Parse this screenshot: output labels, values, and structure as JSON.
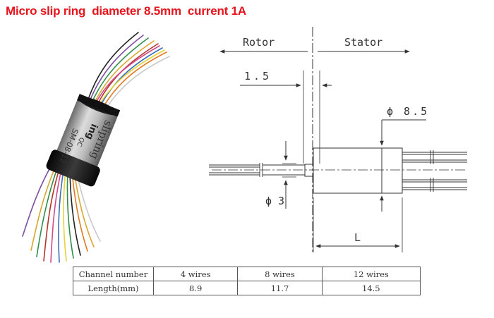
{
  "title": "Micro slip ring  diameter 8.5mm  current 1A",
  "product_photo": {
    "label_text": [
      "slipring",
      "ing",
      "QC",
      "SM-08-12"
    ]
  },
  "drawing": {
    "rotor_label": "Rotor",
    "stator_label": "Stator",
    "dim_shaft_offset": "1.5",
    "dim_body_diameter": "ϕ 8.5",
    "dim_shaft_diameter": "ϕ 3",
    "dim_length": "L"
  },
  "table": {
    "rows": [
      {
        "header": "Channel number",
        "cells": [
          "4 wires",
          "8 wires",
          "12 wires"
        ]
      },
      {
        "header": "Length(mm)",
        "cells": [
          "8.9",
          "11.7",
          "14.5"
        ]
      }
    ]
  },
  "colors": {
    "title": "#e8141c",
    "line": "#333333",
    "housing": "#141414"
  }
}
